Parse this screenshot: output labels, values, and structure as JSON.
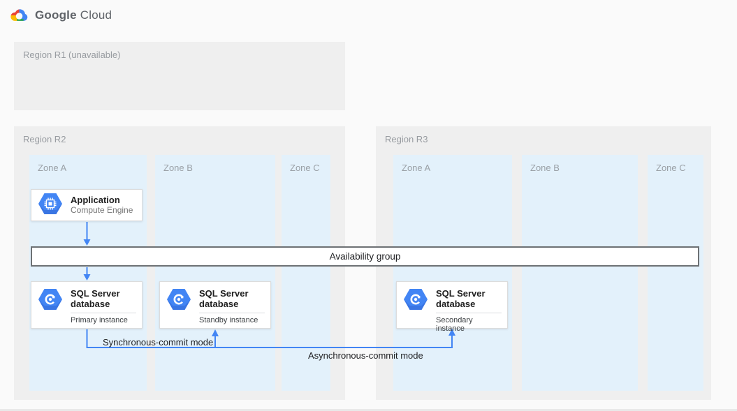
{
  "header": {
    "logo_google": "Google",
    "logo_cloud": "Cloud"
  },
  "regions": {
    "r1": {
      "label": "Region R1 (unavailable)"
    },
    "r2": {
      "label": "Region R2",
      "zones": [
        "Zone A",
        "Zone B",
        "Zone C"
      ]
    },
    "r3": {
      "label": "Region R3",
      "zones": [
        "Zone A",
        "Zone B",
        "Zone C"
      ]
    }
  },
  "cards": {
    "application": {
      "title": "Application",
      "subtitle": "Compute Engine"
    },
    "availability_group": {
      "label": "Availability group"
    },
    "sql_primary": {
      "title": "SQL Server database",
      "instance": "Primary instance"
    },
    "sql_standby": {
      "title": "SQL Server database",
      "instance": "Standby instance"
    },
    "sql_secondary": {
      "title": "SQL Server database",
      "instance": "Secondary instance"
    }
  },
  "connections": {
    "sync_label": "Synchronous-commit mode",
    "async_label": "Asynchronous-commit mode"
  },
  "icons": {
    "logo": "google-cloud-logo",
    "application": "compute-engine-icon",
    "database": "sql-server-icon"
  },
  "colors": {
    "arrow_blue": "#4285f4",
    "icon_blue": "#4285f4",
    "icon_blue_dark": "#3367d6",
    "zone_bg": "#e3f1fb",
    "region_bg": "#efefef",
    "google_red": "#ea4335",
    "google_yellow": "#fbbc04",
    "google_green": "#34a853"
  }
}
